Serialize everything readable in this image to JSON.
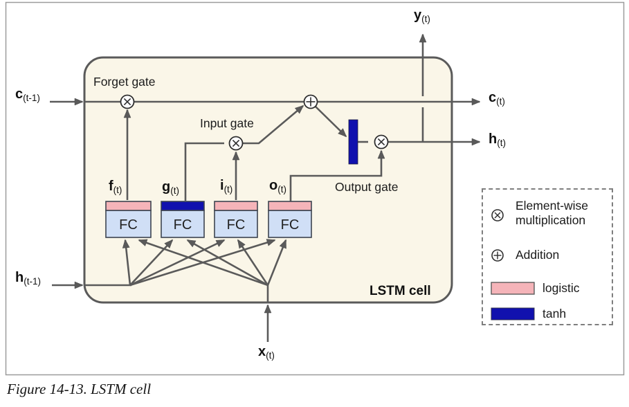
{
  "figure": {
    "caption": "Figure 14-13. LSTM cell"
  },
  "diagram": {
    "cell_label": "LSTM cell",
    "gates": {
      "forget": "Forget gate",
      "input": "Input gate",
      "output": "Output gate"
    },
    "fc_label": "FC",
    "variables": {
      "c_prev": {
        "base": "c",
        "sub": "(t-1)"
      },
      "h_prev": {
        "base": "h",
        "sub": "(t-1)"
      },
      "x_in": {
        "base": "x",
        "sub": "(t)"
      },
      "y_out": {
        "base": "y",
        "sub": "(t)"
      },
      "c_out": {
        "base": "c",
        "sub": "(t)"
      },
      "h_out": {
        "base": "h",
        "sub": "(t)"
      },
      "f": {
        "base": "f",
        "sub": "(t)"
      },
      "g": {
        "base": "g",
        "sub": "(t)"
      },
      "i": {
        "base": "i",
        "sub": "(t)"
      },
      "o": {
        "base": "o",
        "sub": "(t)"
      }
    },
    "legend": {
      "multiplication_line1": "Element-wise",
      "multiplication_line2": "multiplication",
      "addition": "Addition",
      "logistic": "logistic",
      "tanh": "tanh"
    },
    "colors": {
      "logistic": "#f5b4b9",
      "tanh": "#1111ae",
      "cell_bg": "#faf6e8",
      "fc_fill": "#d0dff6",
      "line": "#5a5a5a"
    }
  }
}
